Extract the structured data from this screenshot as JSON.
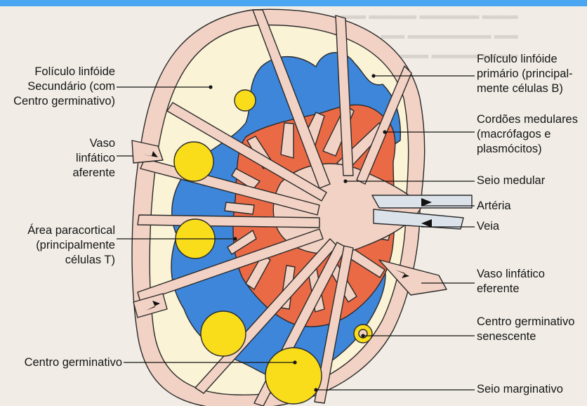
{
  "labels": {
    "secondary_follicle": [
      "Folículo linfóide",
      "Secundário (com",
      "Centro germinativo)"
    ],
    "afferent_vessel": [
      "Vaso",
      "linfático",
      "aferente"
    ],
    "paracortical": [
      "Área paracortical",
      "(principalmente",
      "células T)"
    ],
    "germinal_center": [
      "Centro germinativo"
    ],
    "primary_follicle": [
      "Folículo linfóide",
      "primário (principal-",
      "mente células B)"
    ],
    "medullary_cords": [
      "Cordões medulares",
      "(macrófagos e",
      "plasmócitos)"
    ],
    "medullary_sinus": [
      "Seio medular"
    ],
    "artery": [
      "Artéria"
    ],
    "vein": [
      "Veia"
    ],
    "efferent_vessel": [
      "Vaso linfático",
      "eferente"
    ],
    "senescent_center": [
      "Centro germinativo",
      "senescente"
    ],
    "marginal_sinus": [
      "Seio marginativo"
    ]
  },
  "colors": {
    "topbar": "#4aa6f1",
    "capsule": "#f2d2c4",
    "cortex": "#fbf3d6",
    "paracortex": "#3d86d9",
    "medulla": "#eb6a46",
    "follicle": "#f9dc1a",
    "vessel_outline": "#2a2a2a",
    "artery": "#dbe2ea"
  }
}
